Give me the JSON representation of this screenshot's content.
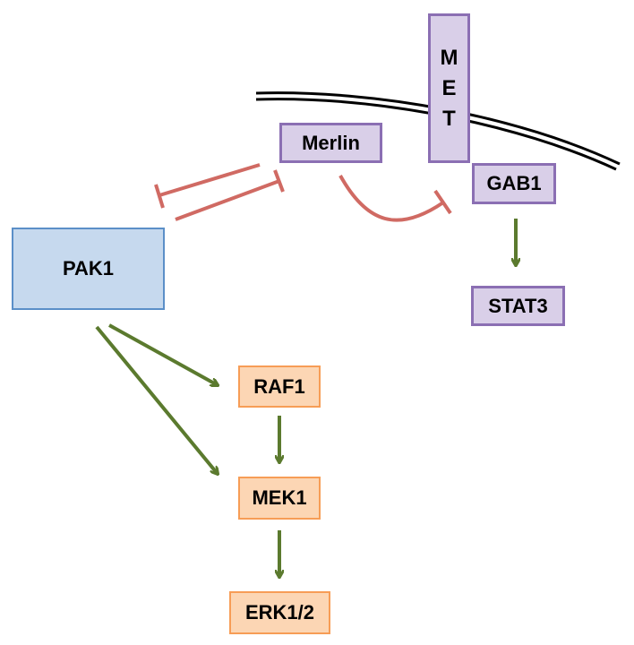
{
  "colors": {
    "activation": "#5b7a2e",
    "inhibition": "#d06a63",
    "membrane": "#000000",
    "purple_fill": "#d9cfe8",
    "purple_border": "#8b6fb3",
    "blue_fill": "#c6d9ee",
    "blue_border": "#5b8fc8",
    "orange_fill": "#fcd6b4",
    "orange_border": "#f79d56"
  },
  "nodes": {
    "met": [
      "M",
      "E",
      "T"
    ],
    "merlin": "Merlin",
    "gab1": "GAB1",
    "stat3": "STAT3",
    "pak1": "PAK1",
    "raf1": "RAF1",
    "mek1": "MEK1",
    "erk": "ERK1/2"
  },
  "edges": [
    {
      "from": "PAK1",
      "to": "Merlin",
      "type": "inhibition"
    },
    {
      "from": "Merlin",
      "to": "PAK1",
      "type": "inhibition"
    },
    {
      "from": "Merlin",
      "to": "GAB1",
      "type": "inhibition"
    },
    {
      "from": "GAB1",
      "to": "STAT3",
      "type": "activation"
    },
    {
      "from": "PAK1",
      "to": "RAF1",
      "type": "activation"
    },
    {
      "from": "PAK1",
      "to": "MEK1",
      "type": "activation"
    },
    {
      "from": "RAF1",
      "to": "MEK1",
      "type": "activation"
    },
    {
      "from": "MEK1",
      "to": "ERK1/2",
      "type": "activation"
    }
  ]
}
